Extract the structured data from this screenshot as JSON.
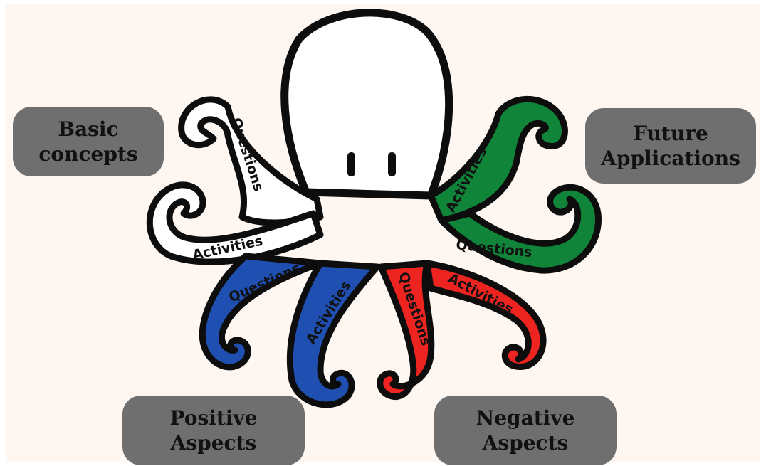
{
  "categories": {
    "basic": {
      "line1": "Basic",
      "line2": "concepts"
    },
    "future": {
      "line1": "Future",
      "line2": "Applications"
    },
    "positive": {
      "line1": "Positive",
      "line2": "Aspects"
    },
    "negative": {
      "line1": "Negative",
      "line2": "Aspects"
    }
  },
  "tentacles": {
    "questions": "Questions",
    "activities": "Activities"
  },
  "colors": {
    "background": "#fdf6f1",
    "box": "#6f6f6f",
    "white_arm": "#ffffff",
    "green_arm": "#10853a",
    "blue_arm": "#1f4fb0",
    "red_arm": "#ee2420",
    "outline": "#0d0d0d"
  }
}
